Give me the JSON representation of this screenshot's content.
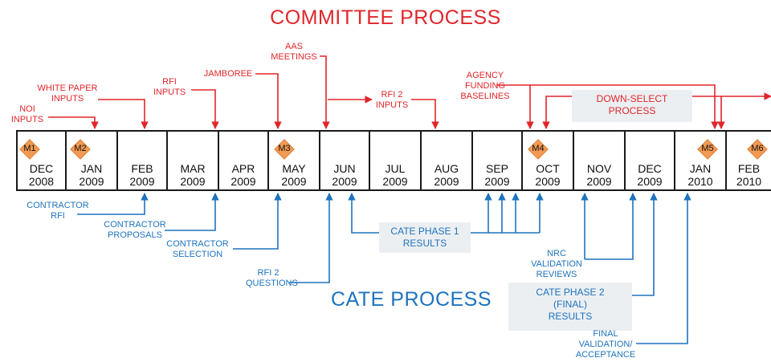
{
  "committee_title": "COMMITTEE PROCESS",
  "cate_title": "CATE PROCESS",
  "months": [
    {
      "label": "DEC\n2008"
    },
    {
      "label": "JAN\n2009"
    },
    {
      "label": "FEB\n2009"
    },
    {
      "label": "MAR\n2009"
    },
    {
      "label": "APR\n2009"
    },
    {
      "label": "MAY\n2009"
    },
    {
      "label": "JUN\n2009"
    },
    {
      "label": "JUL\n2009"
    },
    {
      "label": "AUG\n2009"
    },
    {
      "label": "SEP\n2009"
    },
    {
      "label": "OCT\n2009"
    },
    {
      "label": "NOV\n2009"
    },
    {
      "label": "DEC\n2009"
    },
    {
      "label": "JAN\n2010"
    },
    {
      "label": "FEB\n2010"
    }
  ],
  "milestones": [
    "M1",
    "M2",
    "M3",
    "M4",
    "M5",
    "M6"
  ],
  "committee_labels": {
    "noi": "NOI\nINPUTS",
    "white_paper": "WHITE PAPER\nINPUTS",
    "rfi": "RFI\nINPUTS",
    "jamboree": "JAMBOREE",
    "aas": "AAS\nMEETINGS",
    "rfi2": "RFI  2\nINPUTS",
    "agency": "AGENCY\nFUNDING\nBASELINES",
    "downselect": "DOWN-SELECT\nPROCESS"
  },
  "cate_labels": {
    "contractor_rfi": "CONTRACTOR\nRFI",
    "contractor_proposals": "CONTRACTOR\nPROPOSALS",
    "contractor_selection": "CONTRACTOR\nSELECTION",
    "rfi2_questions": "RFI 2\nQUESTIONS",
    "phase1": "CATE PHASE 1\nRESULTS",
    "nrc": "NRC\nVALIDATION\nREVIEWS",
    "phase2": "CATE PHASE 2\n(FINAL)\nRESULTS",
    "final": "FINAL\nVALIDATION/\nACCEPTANCE"
  },
  "colors": {
    "committee": "#e0262b",
    "cate": "#1e73be",
    "milestone": "#f39a52",
    "box": "#eceff2"
  }
}
